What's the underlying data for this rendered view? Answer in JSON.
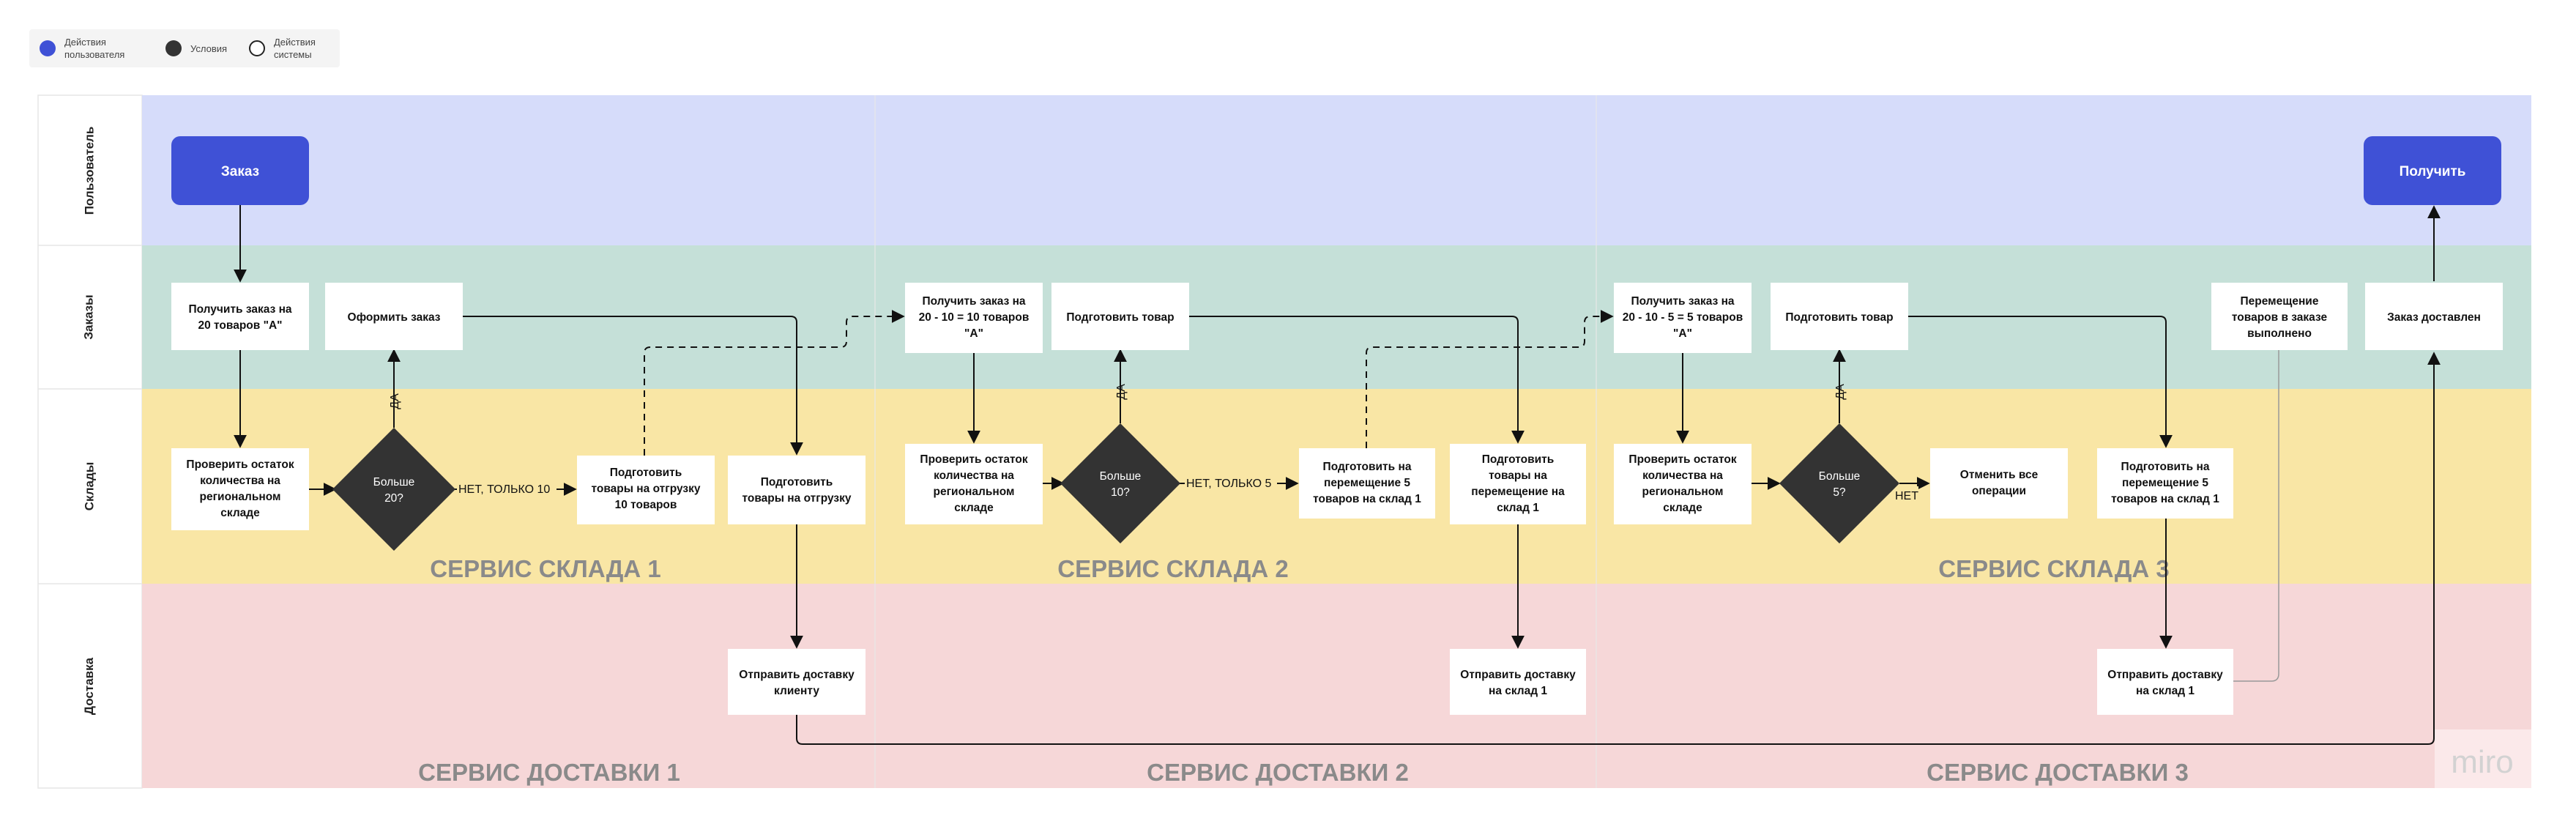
{
  "legend": [
    {
      "label": "Действия\nпользователя",
      "color": "#3f51d6",
      "kind": "filled"
    },
    {
      "label": "Условия",
      "color": "#333333",
      "kind": "filled"
    },
    {
      "label": "Действия\nсистемы",
      "color": "#222222",
      "kind": "outline"
    }
  ],
  "lanes": [
    {
      "label": "Пользователь",
      "color": "#d6dcfa"
    },
    {
      "label": "Заказы",
      "color": "#c5e0d8"
    },
    {
      "label": "Склады",
      "color": "#f9e6a5"
    },
    {
      "label": "Доставка",
      "color": "#f6d7d8"
    }
  ],
  "services": {
    "warehouse": [
      "СЕРВИС СКЛАДА 1",
      "СЕРВИС СКЛАДА 2",
      "СЕРВИС СКЛАДА 3"
    ],
    "delivery": [
      "СЕРВИС ДОСТАВКИ 1",
      "СЕРВИС ДОСТАВКИ 2",
      "СЕРВИС ДОСТАВКИ 3"
    ]
  },
  "nodes": [
    {
      "id": "zakaz",
      "type": "user",
      "lines": [
        "Заказ"
      ]
    },
    {
      "id": "poluchit_final",
      "type": "user",
      "lines": [
        "Получить"
      ]
    },
    {
      "id": "get_order_1",
      "type": "box",
      "lines": [
        "Получить заказ на",
        "20 товаров \"А\""
      ]
    },
    {
      "id": "oformit",
      "type": "box",
      "lines": [
        "Оформить заказ"
      ]
    },
    {
      "id": "check_1",
      "type": "box",
      "lines": [
        "Проверить остаток",
        "количества на",
        "региональном",
        "складе"
      ]
    },
    {
      "id": "cond_1",
      "type": "diamond",
      "lines": [
        "Больше",
        "20?"
      ]
    },
    {
      "id": "prep_ship_10",
      "type": "box",
      "lines": [
        "Подготовить",
        "товары на отгрузку",
        "10 товаров"
      ]
    },
    {
      "id": "prep_ship",
      "type": "box",
      "lines": [
        "Подготовить",
        "товары на отгрузку"
      ]
    },
    {
      "id": "send_client",
      "type": "box",
      "lines": [
        "Отправить доставку",
        "клиенту"
      ]
    },
    {
      "id": "get_order_2",
      "type": "box",
      "lines": [
        "Получить заказ на",
        "20 - 10 = 10 товаров",
        "\"А\""
      ]
    },
    {
      "id": "prep_goods_2",
      "type": "box",
      "lines": [
        "Подготовить товар"
      ]
    },
    {
      "id": "check_2",
      "type": "box",
      "lines": [
        "Проверить остаток",
        "количества на",
        "региональном",
        "складе"
      ]
    },
    {
      "id": "cond_2",
      "type": "diamond",
      "lines": [
        "Больше",
        "10?"
      ]
    },
    {
      "id": "prep_move_5_a",
      "type": "box",
      "lines": [
        "Подготовить на",
        "перемещение 5",
        "товаров на склад 1"
      ]
    },
    {
      "id": "prep_move_wh1",
      "type": "box",
      "lines": [
        "Подготовить",
        "товары на",
        "перемещение на",
        "склад 1"
      ]
    },
    {
      "id": "send_wh1_a",
      "type": "box",
      "lines": [
        "Отправить доставку",
        "на склад 1"
      ]
    },
    {
      "id": "get_order_3",
      "type": "box",
      "lines": [
        "Получить заказ на",
        "20 - 10 - 5 = 5 товаров",
        "\"А\""
      ]
    },
    {
      "id": "prep_goods_3",
      "type": "box",
      "lines": [
        "Подготовить товар"
      ]
    },
    {
      "id": "check_3",
      "type": "box",
      "lines": [
        "Проверить остаток",
        "количества на",
        "региональном",
        "складе"
      ]
    },
    {
      "id": "cond_3",
      "type": "diamond",
      "lines": [
        "Больше",
        "5?"
      ]
    },
    {
      "id": "cancel_all",
      "type": "box",
      "lines": [
        "Отменить все",
        "операции"
      ]
    },
    {
      "id": "prep_move_5_b",
      "type": "box",
      "lines": [
        "Подготовить на",
        "перемещение 5",
        "товаров на склад 1"
      ]
    },
    {
      "id": "send_wh1_b",
      "type": "box",
      "lines": [
        "Отправить доставку",
        "на склад 1"
      ]
    },
    {
      "id": "move_done",
      "type": "box",
      "lines": [
        "Перемещение",
        "товаров в заказе",
        "выполнено"
      ]
    },
    {
      "id": "order_delivered",
      "type": "box",
      "lines": [
        "Заказ доставлен"
      ]
    }
  ],
  "edge_labels": {
    "yes": "ДА",
    "no_only_10": "НЕТ, ТОЛЬКО 10",
    "no_only_5": "НЕТ, ТОЛЬКО 5",
    "no": "НЕТ"
  },
  "watermark": "miro"
}
